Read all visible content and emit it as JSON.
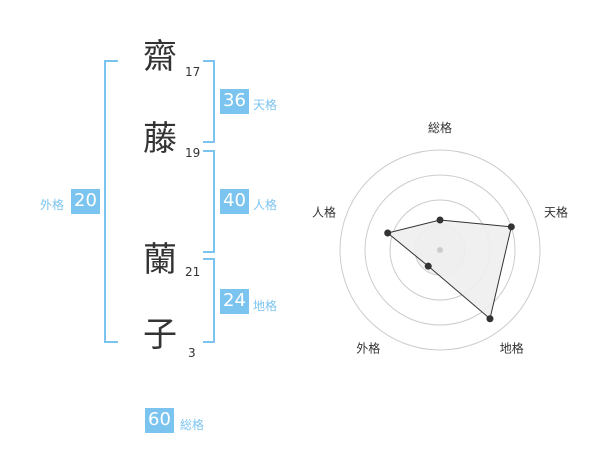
{
  "chars": [
    {
      "char": "齋",
      "strokes": "17"
    },
    {
      "char": "藤",
      "strokes": "19"
    },
    {
      "char": "蘭",
      "strokes": "21"
    },
    {
      "char": "子",
      "strokes": "3"
    }
  ],
  "scores": {
    "tenkaku": {
      "value": "36",
      "label": "天格"
    },
    "jinkaku": {
      "value": "40",
      "label": "人格"
    },
    "chikaku": {
      "value": "24",
      "label": "地格"
    },
    "gaikaku": {
      "value": "20",
      "label": "外格"
    },
    "soukaku": {
      "value": "60",
      "label": "総格"
    }
  },
  "colors": {
    "accent": "#7cc4f0",
    "text": "#333333",
    "grid": "#cccccc"
  },
  "chart_data": {
    "type": "radar",
    "axes": [
      "総格",
      "天格",
      "地格",
      "外格",
      "人格"
    ],
    "values": [
      0.3,
      0.75,
      0.85,
      0.2,
      0.55
    ],
    "rings": 4,
    "range": [
      0,
      1
    ],
    "grid": true
  }
}
